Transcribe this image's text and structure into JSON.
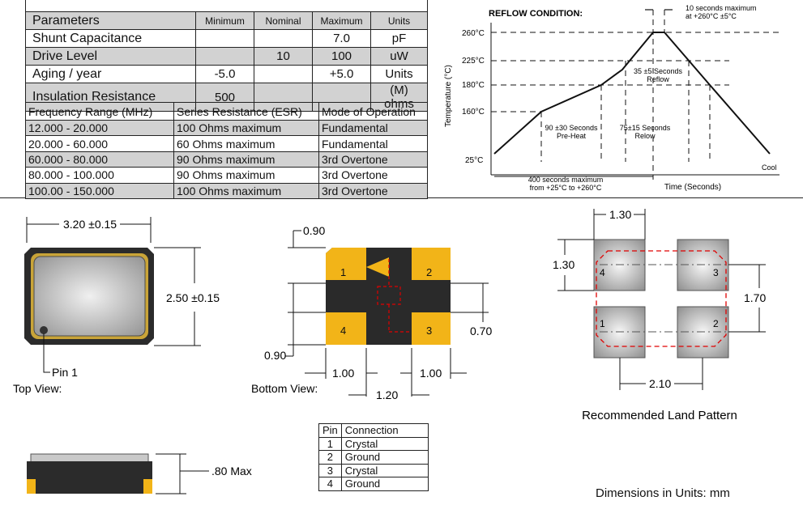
{
  "spec_table": {
    "headers": [
      "Parameters",
      "Minimum",
      "Nominal",
      "Maximum",
      "Units"
    ],
    "rows": [
      {
        "param": "Shunt Capacitance",
        "min": "",
        "nom": "",
        "max": "7.0",
        "unit": "pF"
      },
      {
        "param": "Drive Level",
        "min": "",
        "nom": "10",
        "max": "100",
        "unit": "uW"
      },
      {
        "param": "Aging / year",
        "min": "-5.0",
        "nom": "",
        "max": "+5.0",
        "unit": "Units"
      },
      {
        "param": "Insulation Resistance",
        "min": "500",
        "nom": "",
        "max": "",
        "unit": "(M) ohms"
      }
    ]
  },
  "freq_table": {
    "headers": [
      "Frequency Range (MHz)",
      "Series Resistance (ESR)",
      "Mode of Operation"
    ],
    "rows": [
      {
        "range": "12.000 - 20.000",
        "esr": "100 Ohms maximum",
        "mode": "Fundamental"
      },
      {
        "range": "20.000 - 60.000",
        "esr": "60 Ohms maximum",
        "mode": "Fundamental"
      },
      {
        "range": "60.000 - 80.000",
        "esr": "90 Ohms maximum",
        "mode": "3rd Overtone"
      },
      {
        "range": "80.000 - 100.000",
        "esr": "90 Ohms maximum",
        "mode": "3rd Overtone"
      },
      {
        "range": "100.00 - 150.000",
        "esr": "100 Ohms maximum",
        "mode": "3rd Overtone"
      }
    ]
  },
  "reflow": {
    "title": "REFLOW CONDITION:",
    "y_axis_label": "Temperature (°C)",
    "x_axis_label": "Time (Seconds)",
    "end_label": "Cool",
    "temps": [
      "260°C",
      "225°C",
      "180°C",
      "160°C",
      "25°C"
    ],
    "notes": {
      "peak_line1": "10 seconds maximum",
      "peak_line2": "at +260°C ±5°C",
      "reflow35_line1": "35 ±5 Seconds",
      "reflow35_line2": "Reflow",
      "preheat_line1": "90 ±30 Seconds",
      "preheat_line2": "Pre-Heat",
      "relow_line1": "75±15 Seconds",
      "relow_line2": "Relow",
      "total_line1": "400 seconds maximum",
      "total_line2": "from +25°C to +260°C"
    }
  },
  "top_view": {
    "width_dim": "3.20 ±0.15",
    "height_dim": "2.50 ±0.15",
    "pin1_label": "Pin 1",
    "caption": "Top View:"
  },
  "bottom_view": {
    "caption": "Bottom View:",
    "pad_labels": [
      "1",
      "2",
      "3",
      "4"
    ],
    "dims": {
      "top_pad": "0.90",
      "bottom_pad": "0.90",
      "right_gap": "0.70",
      "left_w": "1.00",
      "right_w": "1.00",
      "center": "1.20"
    }
  },
  "side_view": {
    "height_dim": ".80 Max"
  },
  "pin_table": {
    "headers": [
      "Pin",
      "Connection"
    ],
    "rows": [
      {
        "pin": "1",
        "conn": "Crystal"
      },
      {
        "pin": "2",
        "conn": "Ground"
      },
      {
        "pin": "3",
        "conn": "Crystal"
      },
      {
        "pin": "4",
        "conn": "Ground"
      }
    ]
  },
  "land_pattern": {
    "caption": "Recommended Land Pattern",
    "pad_labels": [
      "4",
      "3",
      "1",
      "2"
    ],
    "dims": {
      "pad_w": "1.30",
      "pad_h": "1.30",
      "pitch_v": "1.70",
      "pitch_h": "2.10"
    }
  },
  "footer": {
    "units_note": "Dimensions in Units: mm"
  },
  "colors": {
    "pad_gold": "#f2b418",
    "pad_grey": "#cfcfcf",
    "land_outline": "#e00000",
    "shade": "#d2d2d2"
  }
}
